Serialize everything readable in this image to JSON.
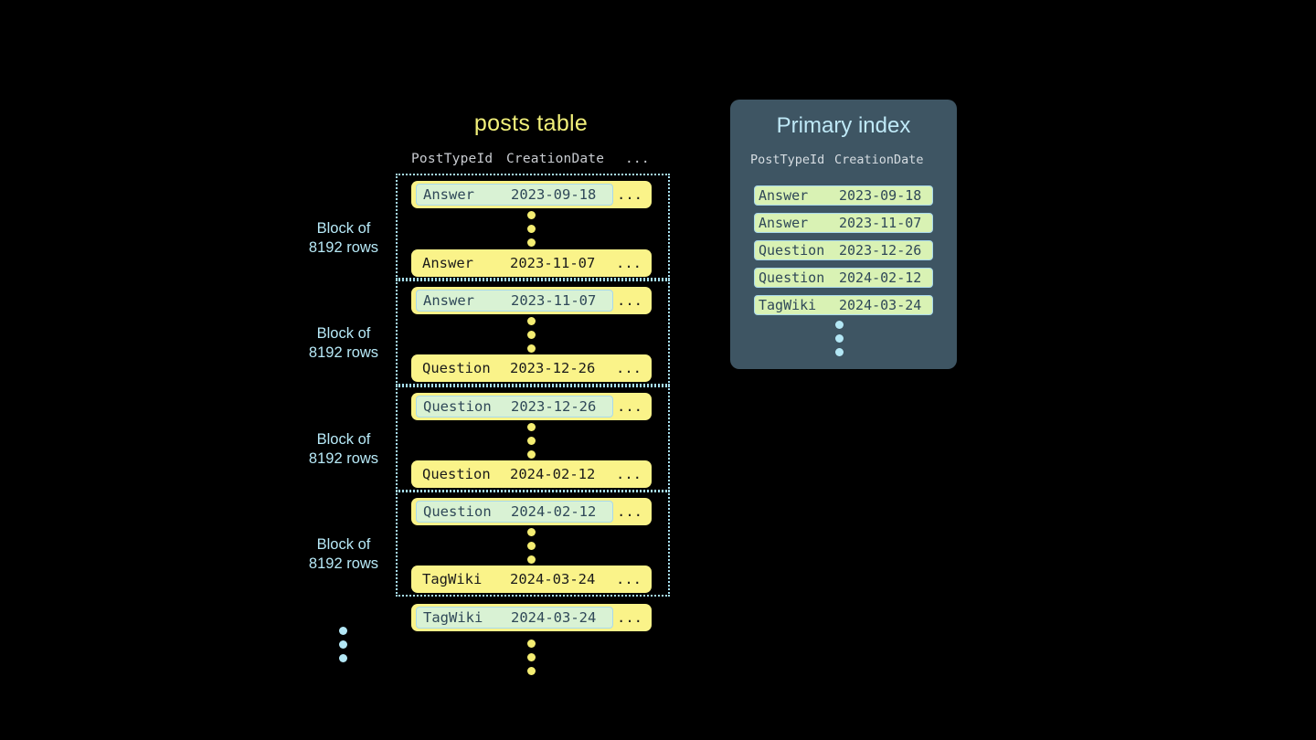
{
  "posts_table": {
    "title": "posts table",
    "columns": [
      "PostTypeId",
      "CreationDate",
      "..."
    ],
    "blocks": [
      {
        "label_line1": "Block of",
        "label_line2": "8192 rows",
        "first_row": {
          "post_type_id": "Answer",
          "creation_date": "2023-09-18",
          "more": "...",
          "highlighted": true
        },
        "last_row": {
          "post_type_id": "Answer",
          "creation_date": "2023-11-07",
          "more": "...",
          "highlighted": false
        }
      },
      {
        "label_line1": "Block of",
        "label_line2": "8192 rows",
        "first_row": {
          "post_type_id": "Answer",
          "creation_date": "2023-11-07",
          "more": "...",
          "highlighted": true
        },
        "last_row": {
          "post_type_id": "Question",
          "creation_date": "2023-12-26",
          "more": "...",
          "highlighted": false
        }
      },
      {
        "label_line1": "Block of",
        "label_line2": "8192 rows",
        "first_row": {
          "post_type_id": "Question",
          "creation_date": "2023-12-26",
          "more": "...",
          "highlighted": true
        },
        "last_row": {
          "post_type_id": "Question",
          "creation_date": "2024-02-12",
          "more": "...",
          "highlighted": false
        }
      },
      {
        "label_line1": "Block of",
        "label_line2": "8192 rows",
        "first_row": {
          "post_type_id": "Question",
          "creation_date": "2024-02-12",
          "more": "...",
          "highlighted": true
        },
        "last_row": {
          "post_type_id": "TagWiki",
          "creation_date": "2024-03-24",
          "more": "...",
          "highlighted": false
        }
      }
    ],
    "trailing_row": {
      "post_type_id": "TagWiki",
      "creation_date": "2024-03-24",
      "more": "...",
      "highlighted": true
    }
  },
  "primary_index": {
    "title": "Primary index",
    "columns": [
      "PostTypeId",
      "CreationDate"
    ],
    "rows": [
      {
        "post_type_id": "Answer",
        "creation_date": "2023-09-18"
      },
      {
        "post_type_id": "Answer",
        "creation_date": "2023-11-07"
      },
      {
        "post_type_id": "Question",
        "creation_date": "2023-12-26"
      },
      {
        "post_type_id": "Question",
        "creation_date": "2024-02-12"
      },
      {
        "post_type_id": "TagWiki",
        "creation_date": "2024-03-24"
      }
    ]
  },
  "colors": {
    "background": "#000000",
    "row_yellow": "#faf389",
    "title_yellow": "#f2f07a",
    "accent_blue": "#b3e7f5",
    "highlight_mint": "#d9f2d4",
    "index_panel": "#3e5563",
    "index_row_green": "#d9f2b4",
    "slate_text": "#2f4858"
  }
}
